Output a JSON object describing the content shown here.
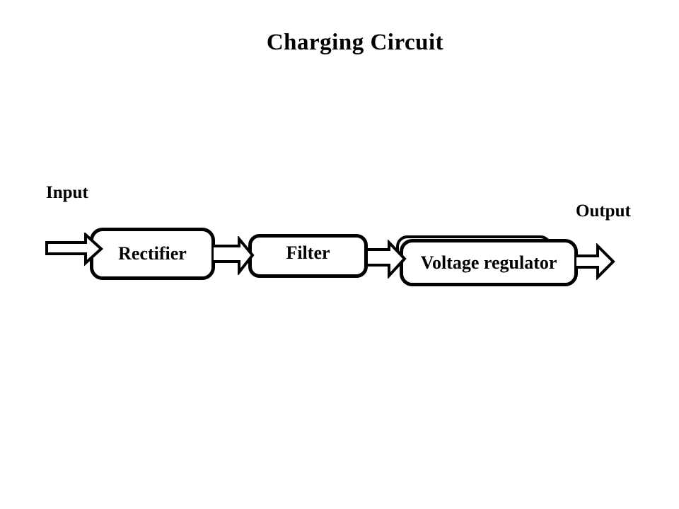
{
  "slide": {
    "title": "Charging Circuit"
  },
  "diagram": {
    "input_label": "Input",
    "output_label": "Output",
    "blocks": [
      {
        "label": "Rectifier"
      },
      {
        "label": "Filter"
      },
      {
        "label": "Voltage regulator"
      }
    ],
    "arrows": [
      {
        "name": "input-arrow",
        "direction": "right"
      },
      {
        "name": "rectifier-to-filter-arrow",
        "direction": "right"
      },
      {
        "name": "filter-to-voltage-regulator-arrow",
        "direction": "right"
      },
      {
        "name": "output-arrow",
        "direction": "right"
      }
    ],
    "colors": {
      "ink": "#000000",
      "paper": "#ffffff"
    }
  }
}
